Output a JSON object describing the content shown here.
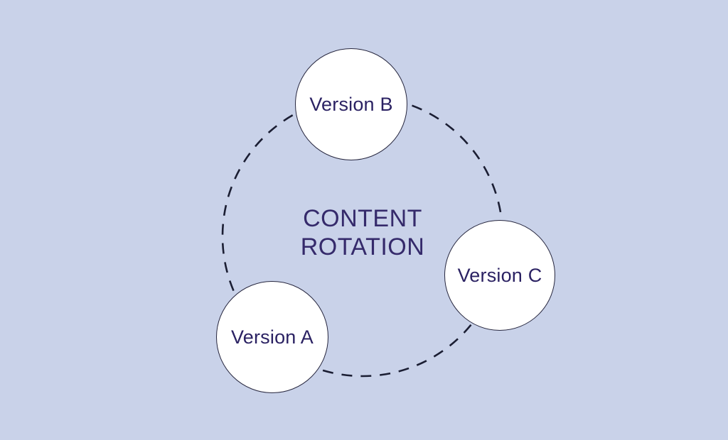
{
  "diagram": {
    "title": "CONTENT ROTATION",
    "nodes": [
      {
        "label": "Version B"
      },
      {
        "label": "Version C"
      },
      {
        "label": "Version A"
      }
    ],
    "colors": {
      "background": "#c9d2e9",
      "node_fill": "#ffffff",
      "node_border": "#26263e",
      "dashed_ring_stroke": "#1b1e33",
      "node_label_text": "#2b2263",
      "title_text": "#352a6b"
    }
  }
}
